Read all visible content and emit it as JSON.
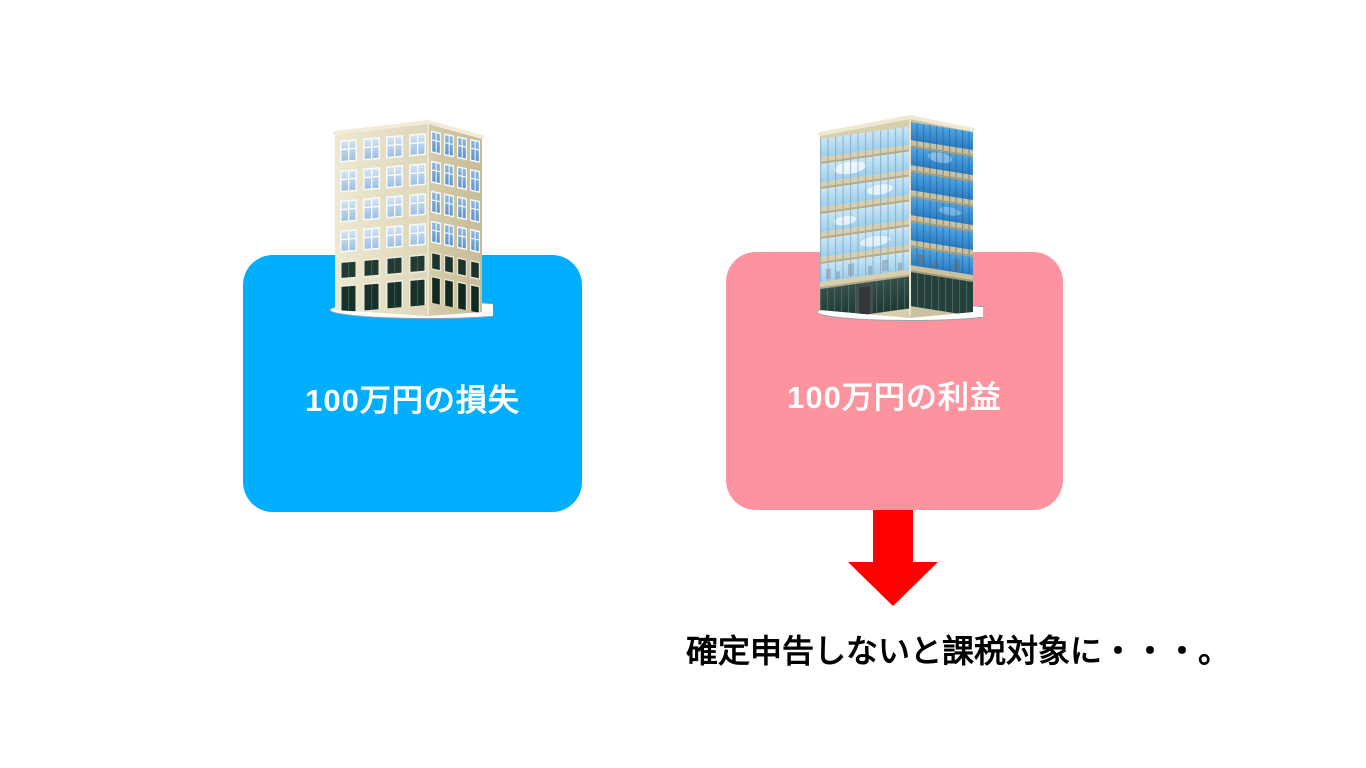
{
  "figure": {
    "background": "#FFFFFF",
    "left_panel": {
      "label": "100万円の損失",
      "fill": "#00AEFF",
      "label_color": "#FFFFFF",
      "illustration": "beige-office-building"
    },
    "right_panel": {
      "label": "100万円の利益",
      "fill": "#FC939E",
      "label_color": "#FFFFFF",
      "illustration": "blue-glass-office-tower"
    },
    "arrow": {
      "shape": "down-block-arrow",
      "fill": "#FF0000"
    },
    "caption": {
      "text": "確定申告しないと課税対象に・・・。",
      "color": "#000000"
    }
  }
}
